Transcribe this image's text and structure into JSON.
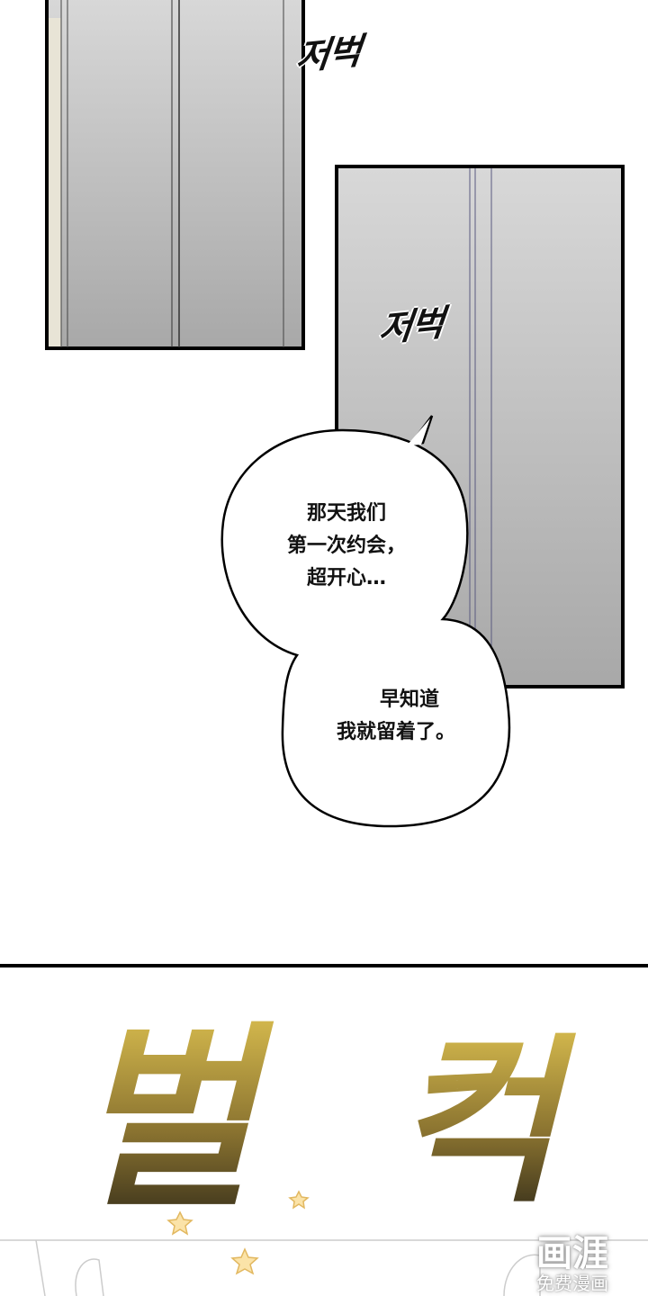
{
  "panel_top": {
    "sfx": [
      "저벅",
      "저벅"
    ],
    "bubble_1": [
      "那天我们",
      "第一次约会，",
      "超开心…"
    ],
    "bubble_2": [
      "早知道",
      "我就留着了。"
    ]
  },
  "panel_bottom": {
    "sfx": [
      "벌",
      "컥"
    ],
    "sfx_colors": [
      "#d8b84a",
      "#3a3220"
    ]
  },
  "watermark": {
    "logo": "画涯",
    "tagline": "免费漫画"
  }
}
